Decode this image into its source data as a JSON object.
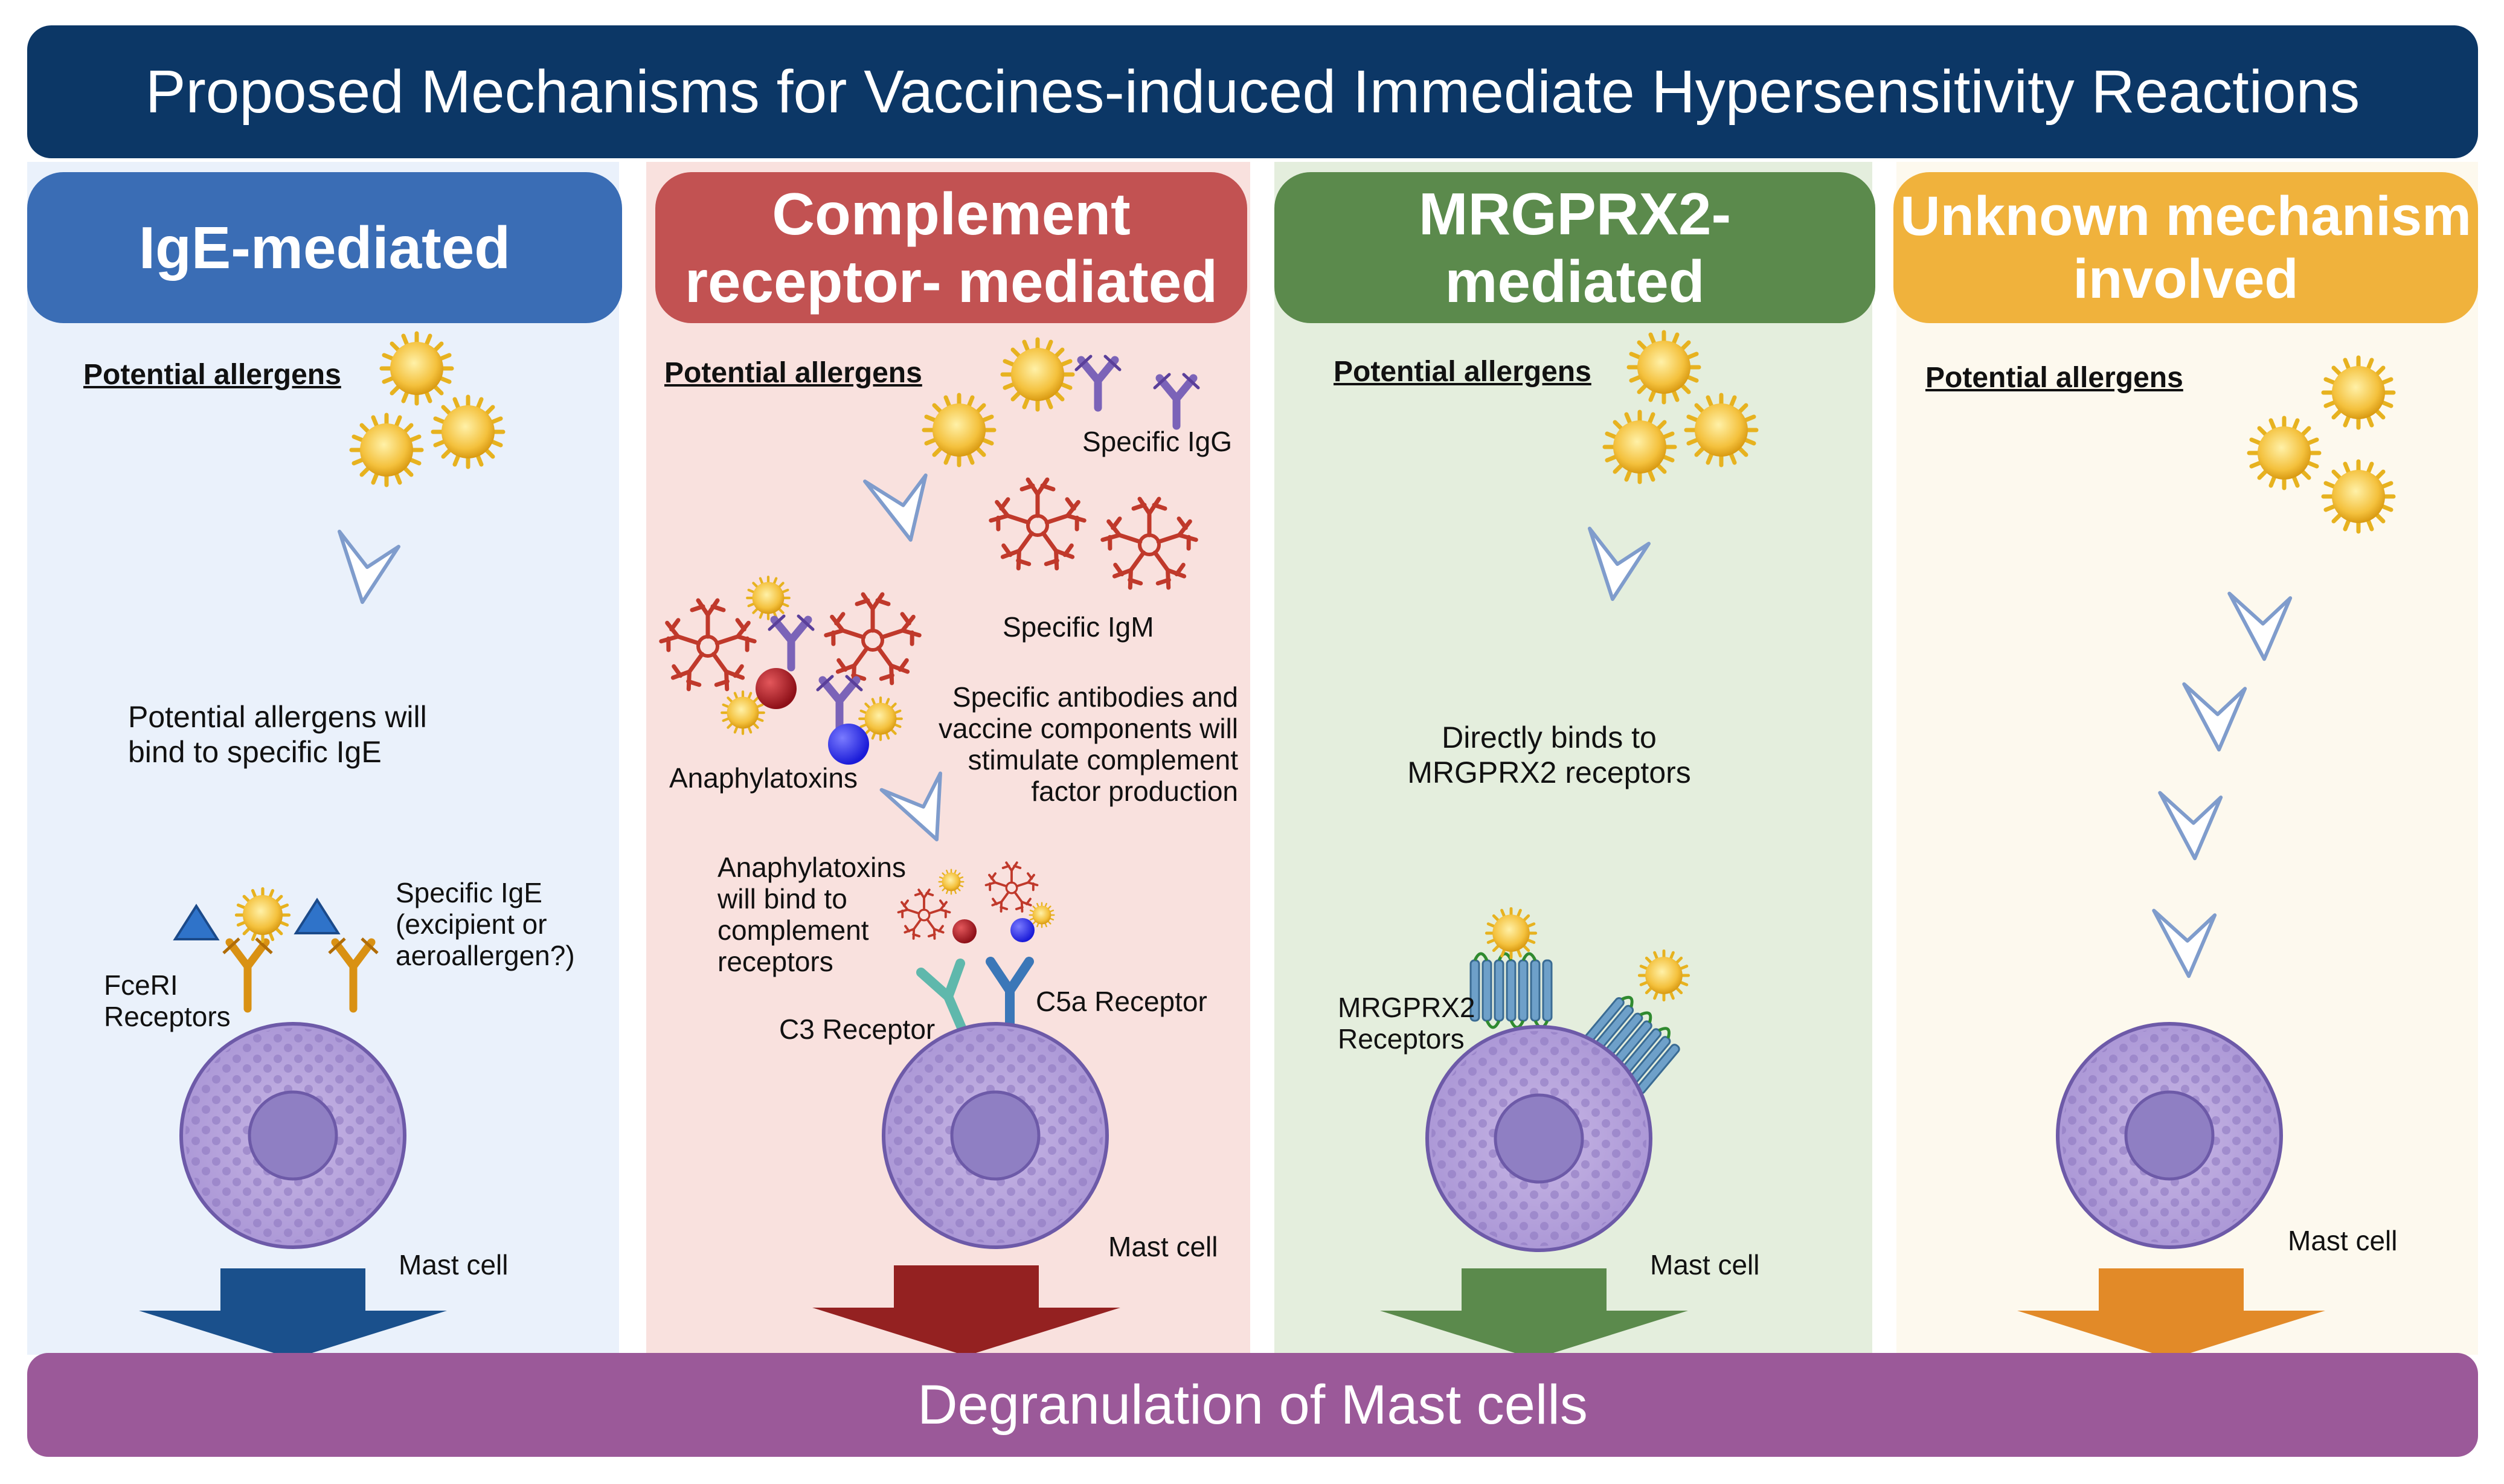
{
  "title": "Proposed Mechanisms for Vaccines-induced Immediate Hypersensitivity Reactions",
  "footer": "Degranulation of Mast cells",
  "colors": {
    "banner": "#0c3766",
    "footer": "#9b5999",
    "ige": "#3a6db5",
    "complement": "#c25252",
    "mrgprx2": "#5b8a4c",
    "unknown": "#f0b23c"
  },
  "panels": {
    "ige": {
      "header": "IgE-mediated",
      "potential_allergens": "Potential allergens",
      "bind_text": "Potential allergens will\nbind to specific IgE",
      "specific_ige": "Specific IgE\n(excipient or\naeroallergen?)",
      "receptors": "FceRI\nReceptors",
      "mast_cell": "Mast cell"
    },
    "complement": {
      "header": "Complement\nreceptor- mediated",
      "potential_allergens": "Potential allergens",
      "specific_igg": "Specific IgG",
      "specific_igm": "Specific IgM",
      "anaphylatoxins": "Anaphylatoxins",
      "stimulate_text": "Specific antibodies and\nvaccine components  will\nstimulate complement\nfactor production",
      "bind_text": "Anaphylatoxins\nwill bind to\ncomplement\nreceptors",
      "c3_receptor": "C3 Receptor",
      "c5a_receptor": "C5a Receptor",
      "mast_cell": "Mast cell"
    },
    "mrgprx2": {
      "header": "MRGPRX2-\nmediated",
      "potential_allergens": "Potential allergens",
      "bind_text": "Directly binds to\nMRGPRX2 receptors",
      "receptors": "MRGPRX2\nReceptors",
      "mast_cell": "Mast cell"
    },
    "unknown": {
      "header": "Unknown mechanism\ninvolved",
      "potential_allergens": "Potential allergens",
      "mast_cell": "Mast cell"
    }
  }
}
